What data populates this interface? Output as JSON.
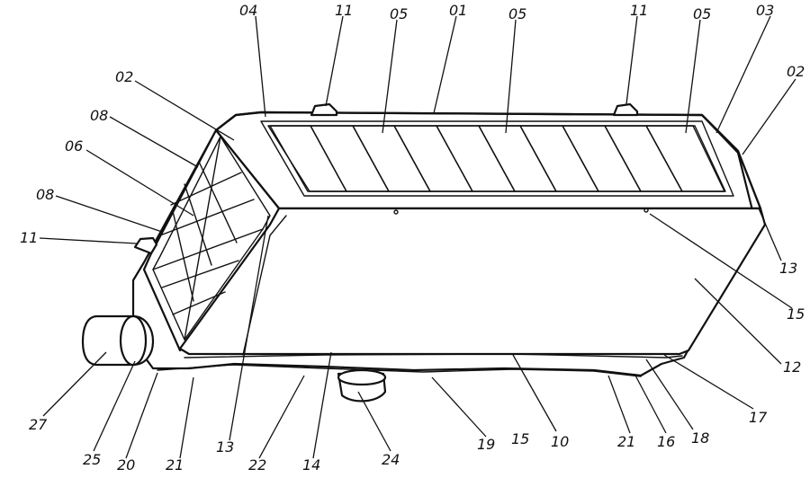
{
  "labels": [
    {
      "id": "l04",
      "text": "04"
    },
    {
      "id": "l11a",
      "text": "11"
    },
    {
      "id": "l05a",
      "text": "05"
    },
    {
      "id": "l01",
      "text": "01"
    },
    {
      "id": "l05b",
      "text": "05"
    },
    {
      "id": "l11b",
      "text": "11"
    },
    {
      "id": "l05c",
      "text": "05"
    },
    {
      "id": "l03",
      "text": "03"
    },
    {
      "id": "l02a",
      "text": "02"
    },
    {
      "id": "l02b",
      "text": "02"
    },
    {
      "id": "l08a",
      "text": "08"
    },
    {
      "id": "l06",
      "text": "06"
    },
    {
      "id": "l08b",
      "text": "08"
    },
    {
      "id": "l11c",
      "text": "11"
    },
    {
      "id": "l13a",
      "text": "13"
    },
    {
      "id": "l15a",
      "text": "15"
    },
    {
      "id": "l12",
      "text": "12"
    },
    {
      "id": "l17",
      "text": "17"
    },
    {
      "id": "l27",
      "text": "27"
    },
    {
      "id": "l25",
      "text": "25"
    },
    {
      "id": "l20",
      "text": "20"
    },
    {
      "id": "l21a",
      "text": "21"
    },
    {
      "id": "l13b",
      "text": "13"
    },
    {
      "id": "l22",
      "text": "22"
    },
    {
      "id": "l14",
      "text": "14"
    },
    {
      "id": "l24",
      "text": "24"
    },
    {
      "id": "l19",
      "text": "19"
    },
    {
      "id": "l15b",
      "text": "15"
    },
    {
      "id": "l10",
      "text": "10"
    },
    {
      "id": "l21b",
      "text": "21"
    },
    {
      "id": "l16",
      "text": "16"
    },
    {
      "id": "l18",
      "text": "18"
    }
  ]
}
